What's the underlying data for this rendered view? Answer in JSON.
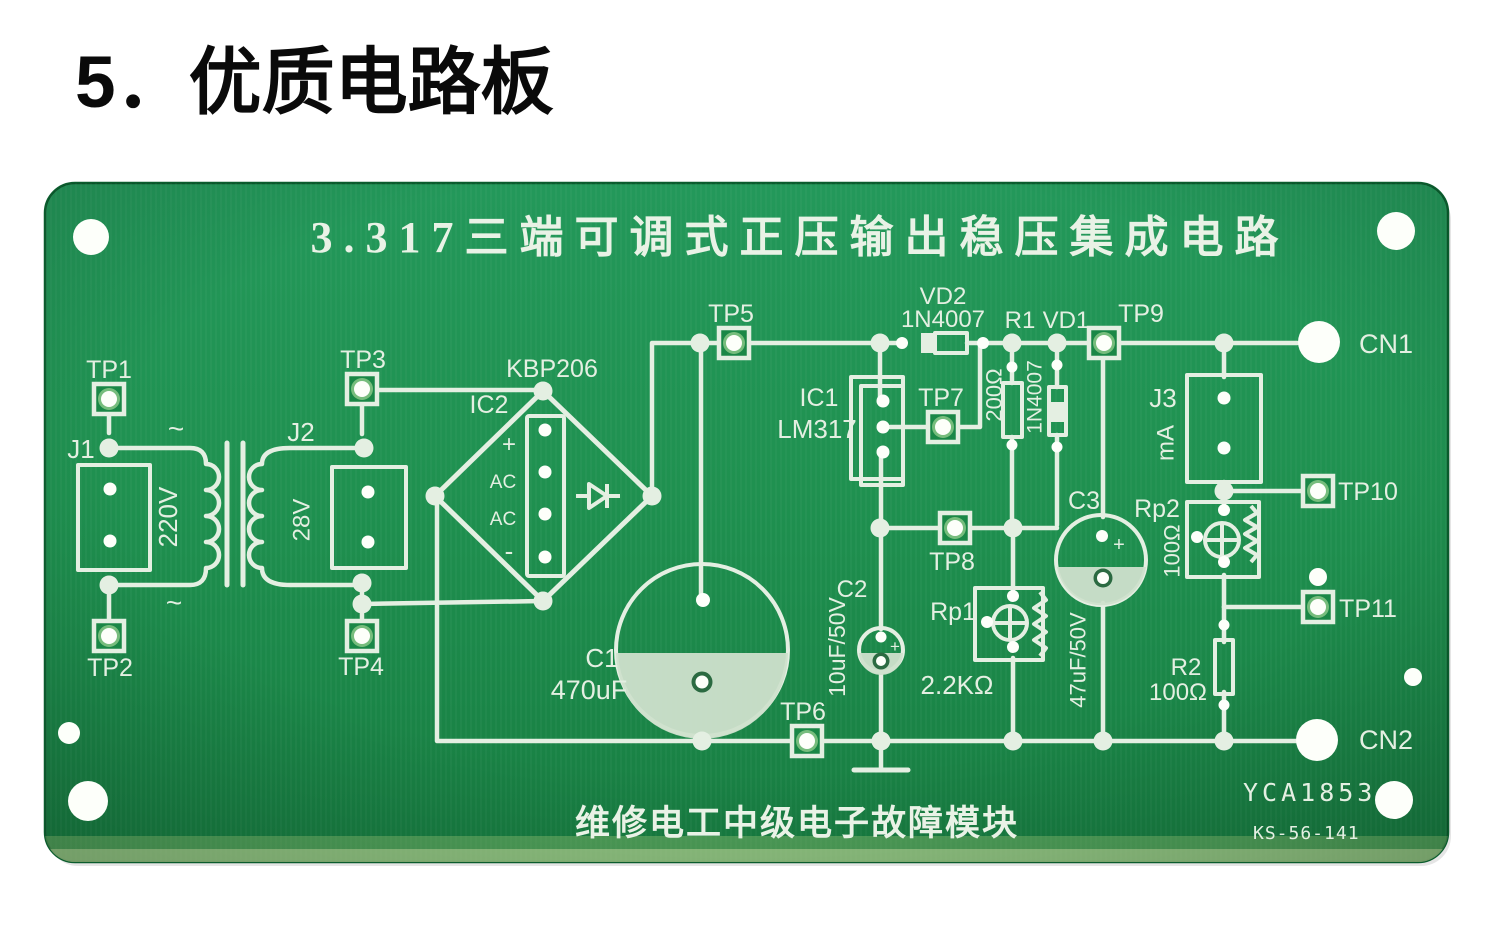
{
  "page": {
    "title": "5．优质电路板"
  },
  "board": {
    "title": "3.317三端可调式正压输出稳压集成电路",
    "footer_text": "维修电工中级电子故障模块",
    "serial_number": "YCA1853",
    "model_number": "KS-56-141",
    "colors": {
      "board_green": "#1f9150",
      "silkscreen": "#e4efe2",
      "hole_white": "#fdfffa",
      "title_black": "#0a0a0a"
    },
    "test_points": {
      "tp1": "TP1",
      "tp2": "TP2",
      "tp3": "TP3",
      "tp4": "TP4",
      "tp5": "TP5",
      "tp6": "TP6",
      "tp7": "TP7",
      "tp8": "TP8",
      "tp9": "TP9",
      "tp10": "TP10",
      "tp11": "TP11"
    },
    "connectors": {
      "j1": "J1",
      "j2": "J2",
      "j3": "J3",
      "j3_unit": "mA",
      "cn1": "CN1",
      "cn2": "CN2"
    },
    "transformer": {
      "primary": "220V",
      "secondary": "28V",
      "ac_mark": "~"
    },
    "bridge": {
      "ref": "IC2",
      "part": "KBP206",
      "pin_plus": "+",
      "pin_ac1": "AC",
      "pin_ac2": "AC",
      "pin_minus": "-"
    },
    "regulator": {
      "ref": "IC1",
      "part": "LM317"
    },
    "capacitors": {
      "polarity": "+",
      "c1": {
        "ref": "C1",
        "value": "470uF"
      },
      "c2": {
        "ref": "C2",
        "value": "10uF/50V"
      },
      "c3": {
        "ref": "C3",
        "value": "47uF/50V"
      }
    },
    "resistors": {
      "r1": {
        "ref": "R1",
        "value": "200Ω"
      },
      "r2": {
        "ref": "R2",
        "value": "100Ω"
      }
    },
    "diodes": {
      "vd1": {
        "ref": "VD1",
        "value": "1N4007"
      },
      "vd2": {
        "ref": "VD2",
        "value": "1N4007"
      }
    },
    "potentiometers": {
      "rp1": {
        "ref": "Rp1",
        "value": "2.2KΩ"
      },
      "rp2": {
        "ref": "Rp2",
        "value": "100Ω"
      }
    }
  }
}
